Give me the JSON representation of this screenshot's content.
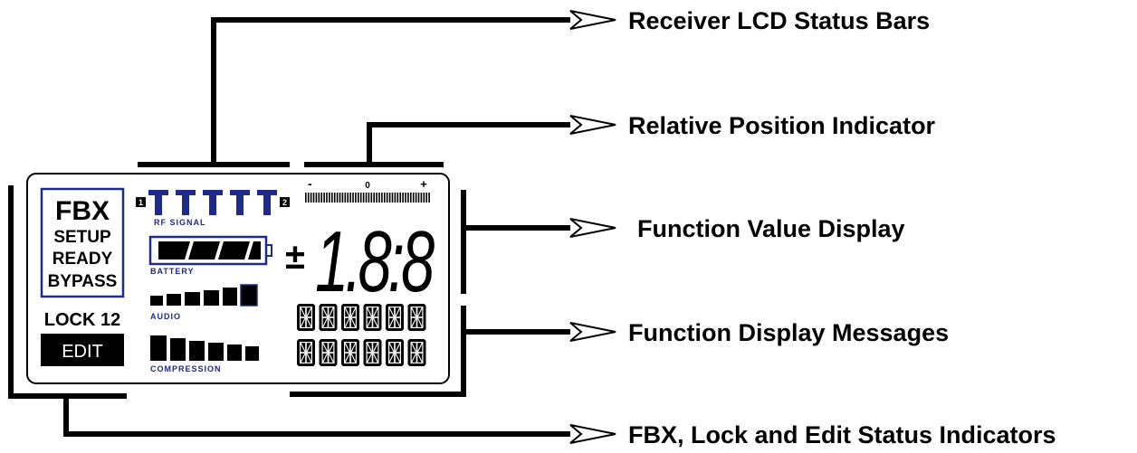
{
  "callouts": {
    "status_bars": "Receiver LCD Status Bars",
    "relative_position": "Relative Position Indicator",
    "function_value": "Function Value Display",
    "function_messages": "Function Display Messages",
    "fbx_lock_edit": "FBX, Lock and Edit Status Indicators"
  },
  "lcd": {
    "fbx_box": {
      "title": "FBX",
      "lines": [
        "SETUP",
        "READY",
        "BYPASS"
      ]
    },
    "lock_label": "LOCK 12",
    "edit_label": "EDIT",
    "rf_signal_label": "RF SIGNAL",
    "antenna_left": "1",
    "antenna_right": "2",
    "battery_label": "BATTERY",
    "audio_label": "AUDIO",
    "compression_label": "COMPRESSION",
    "position_scale": {
      "minus": "-",
      "zero": "0",
      "plus": "+"
    },
    "value_sign": "±",
    "value_digits": "1.8:8"
  },
  "colors": {
    "lcd_accent": "#1e2a8c",
    "ink": "#000000",
    "background": "#ffffff"
  }
}
